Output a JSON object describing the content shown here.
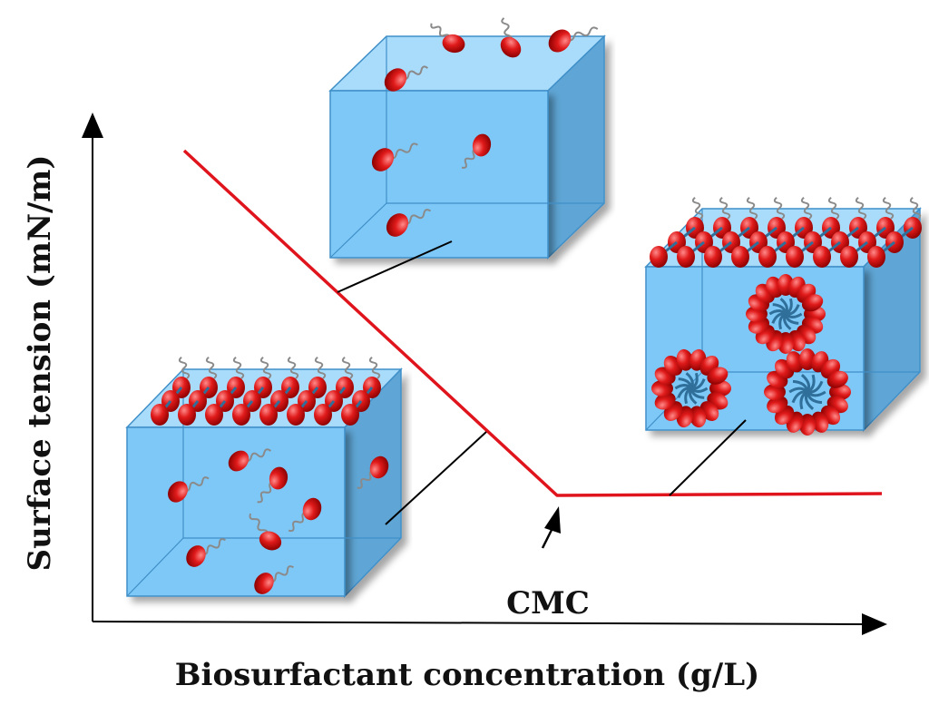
{
  "y_axis_label": "Surface tension (mN/m)",
  "x_axis_label": "Biosurfactant concentration (g/L)",
  "marker_label": "CMC",
  "colors": {
    "curve": "#e0141c",
    "water_front": "#7ec8f7",
    "water_top": "#a9dcfb",
    "water_side": "#5fa6d6",
    "water_edge": "#3f8fc8",
    "molecule_head": "#d61017",
    "molecule_tail": "#8a8a8a",
    "micelle_core": "#2f6f9a",
    "axis": "#000000"
  },
  "curve_data": {
    "type": "line",
    "description_points": [
      {
        "concentration": "low",
        "surface_tension": "high"
      },
      {
        "concentration": "CMC",
        "surface_tension": "minimum"
      },
      {
        "concentration": "high",
        "surface_tension": "plateau"
      }
    ]
  },
  "panels": [
    {
      "id": "low-concentration",
      "state": "sparse monomers, few at surface"
    },
    {
      "id": "intermediate-concentration",
      "state": "surface monolayer forming, monomers in bulk"
    },
    {
      "id": "above-cmc",
      "state": "saturated surface, micelles in bulk"
    }
  ]
}
